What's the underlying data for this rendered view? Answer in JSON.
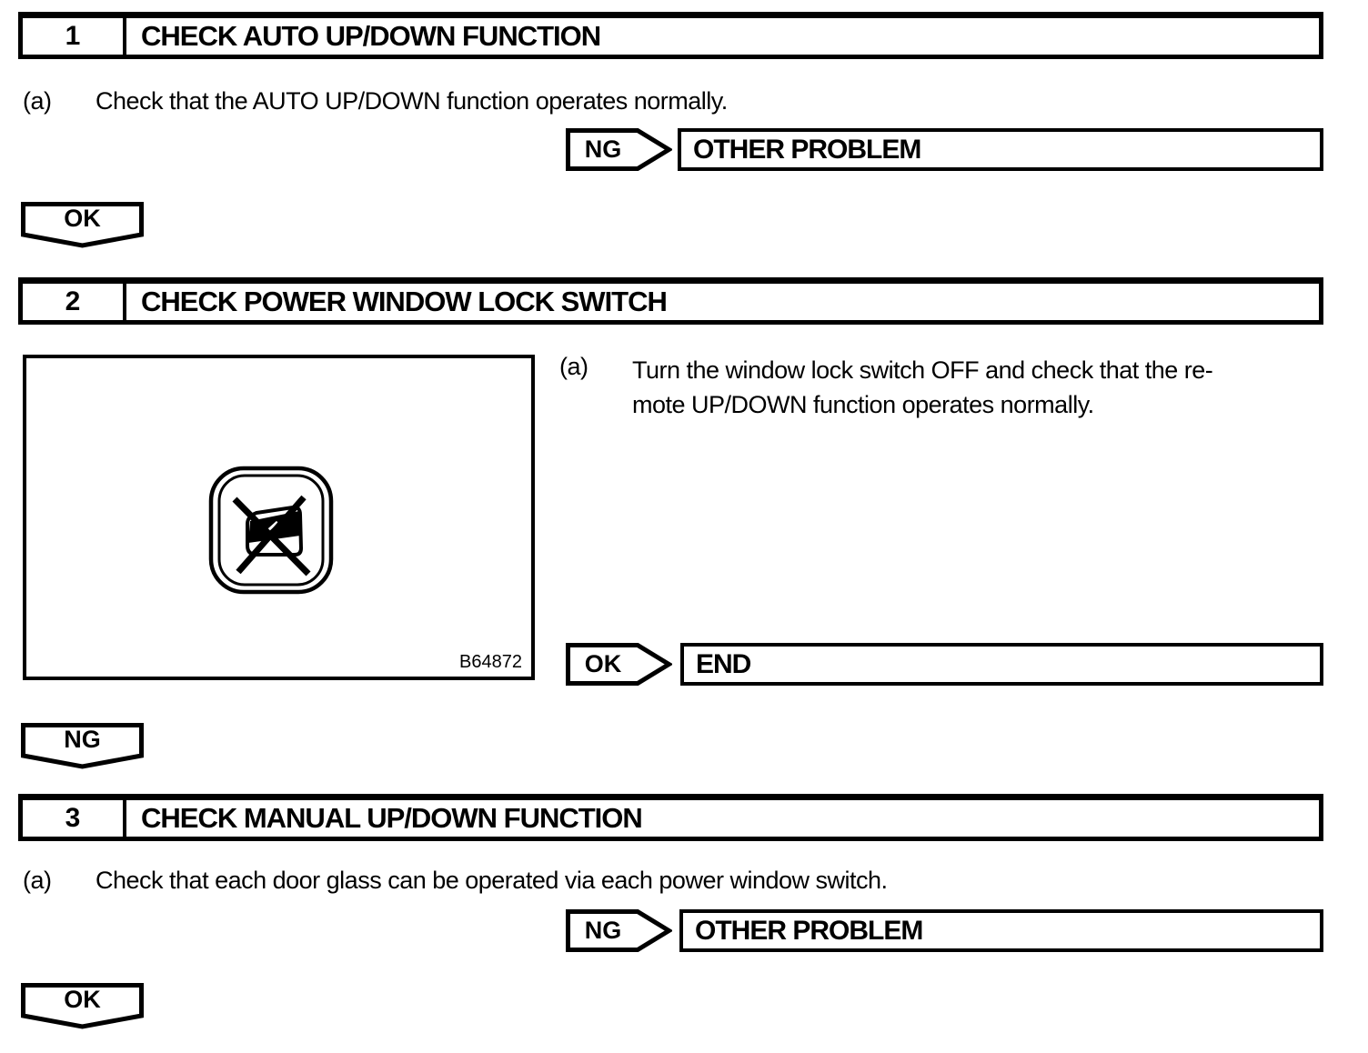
{
  "page": {
    "background": "#ffffff",
    "ink": "#000000"
  },
  "steps": {
    "step1": {
      "number": "1",
      "title": "CHECK AUTO UP/DOWN FUNCTION",
      "item_label": "(a)",
      "item_text": "Check that the AUTO UP/DOWN function operates normally.",
      "branch": {
        "label": "NG",
        "result": "OTHER PROBLEM"
      },
      "continue": {
        "label": "OK"
      }
    },
    "step2": {
      "number": "2",
      "title": "CHECK POWER WINDOW LOCK SWITCH",
      "item_label": "(a)",
      "item_lines": [
        "Turn the window lock switch OFF and check that the re-",
        "mote UP/DOWN function operates normally."
      ],
      "figure": {
        "code": "B64872",
        "icon": "window-lock-switch-icon"
      },
      "branch": {
        "label": "OK",
        "result": "END"
      },
      "continue": {
        "label": "NG"
      }
    },
    "step3": {
      "number": "3",
      "title": "CHECK MANUAL UP/DOWN FUNCTION",
      "item_label": "(a)",
      "item_text": "Check that each door glass can be operated via each power window switch.",
      "branch": {
        "label": "NG",
        "result": "OTHER PROBLEM"
      },
      "continue": {
        "label": "OK"
      }
    }
  }
}
